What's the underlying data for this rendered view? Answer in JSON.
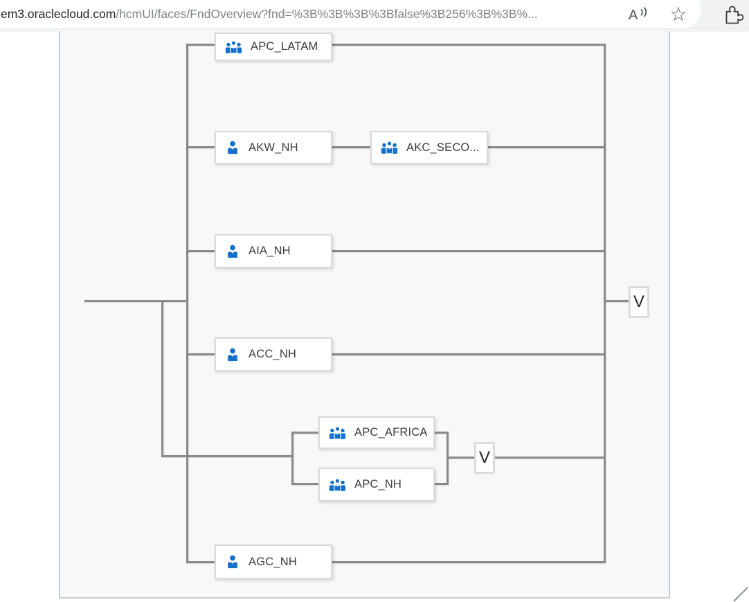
{
  "browser": {
    "url": {
      "host": "em3.oraclecloud.com",
      "path": "/hcmUI/faces/FndOverview?fnd=%3B%3B%3B%3Bfalse%3B256%3B%3B%..."
    },
    "icons": {
      "read_aloud": "A-with-sound-waves",
      "favorite_glyph": "☆",
      "extensions": "puzzle-piece"
    }
  },
  "org_chart": {
    "nodes": [
      {
        "label": "APC_LATAM",
        "type": "group"
      },
      {
        "label": "AKW_NH",
        "type": "person"
      },
      {
        "label": "AKC_SECO...",
        "type": "group"
      },
      {
        "label": "AIA_NH",
        "type": "person"
      },
      {
        "label": "ACC_NH",
        "type": "person"
      },
      {
        "label": "APC_AFRICA",
        "type": "group"
      },
      {
        "label": "APC_NH",
        "type": "group"
      },
      {
        "label": "AGC_NH",
        "type": "person"
      }
    ],
    "expanders": [
      {
        "label": "V"
      },
      {
        "label": "V"
      }
    ],
    "colors": {
      "icon_blue": "#1470c8",
      "connector_gray": "#8a8a8a",
      "canvas_background": "#f8f8f8",
      "node_border": "#d9d9d9",
      "canvas_border": "#c6ccd2"
    }
  }
}
